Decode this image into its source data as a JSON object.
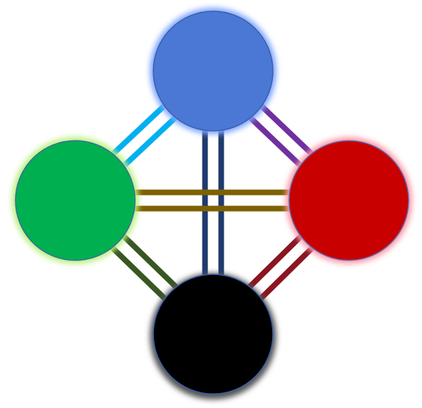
{
  "nodes": [
    {
      "id": "top",
      "color": "#4a78d4",
      "glow": "#7fa6ff",
      "border": "#3a5fae"
    },
    {
      "id": "left",
      "color": "#00b050",
      "glow": "#b8f07a",
      "border": "#3a6a9e"
    },
    {
      "id": "right",
      "color": "#c80000",
      "glow": "#ff9aa8",
      "border": "#5a6aae"
    },
    {
      "id": "bottom",
      "color": "#000000",
      "glow": "#555555",
      "border": "#3a5fae"
    }
  ],
  "edges": [
    {
      "from": "top",
      "to": "bottom",
      "color": "#1f3a6e"
    },
    {
      "from": "left",
      "to": "right",
      "color": "#7f6000"
    },
    {
      "from": "top",
      "to": "left",
      "color": "#00b0f0"
    },
    {
      "from": "top",
      "to": "right",
      "color": "#7030a0"
    },
    {
      "from": "left",
      "to": "bottom",
      "color": "#385723"
    },
    {
      "from": "right",
      "to": "bottom",
      "color": "#8b1520"
    }
  ]
}
